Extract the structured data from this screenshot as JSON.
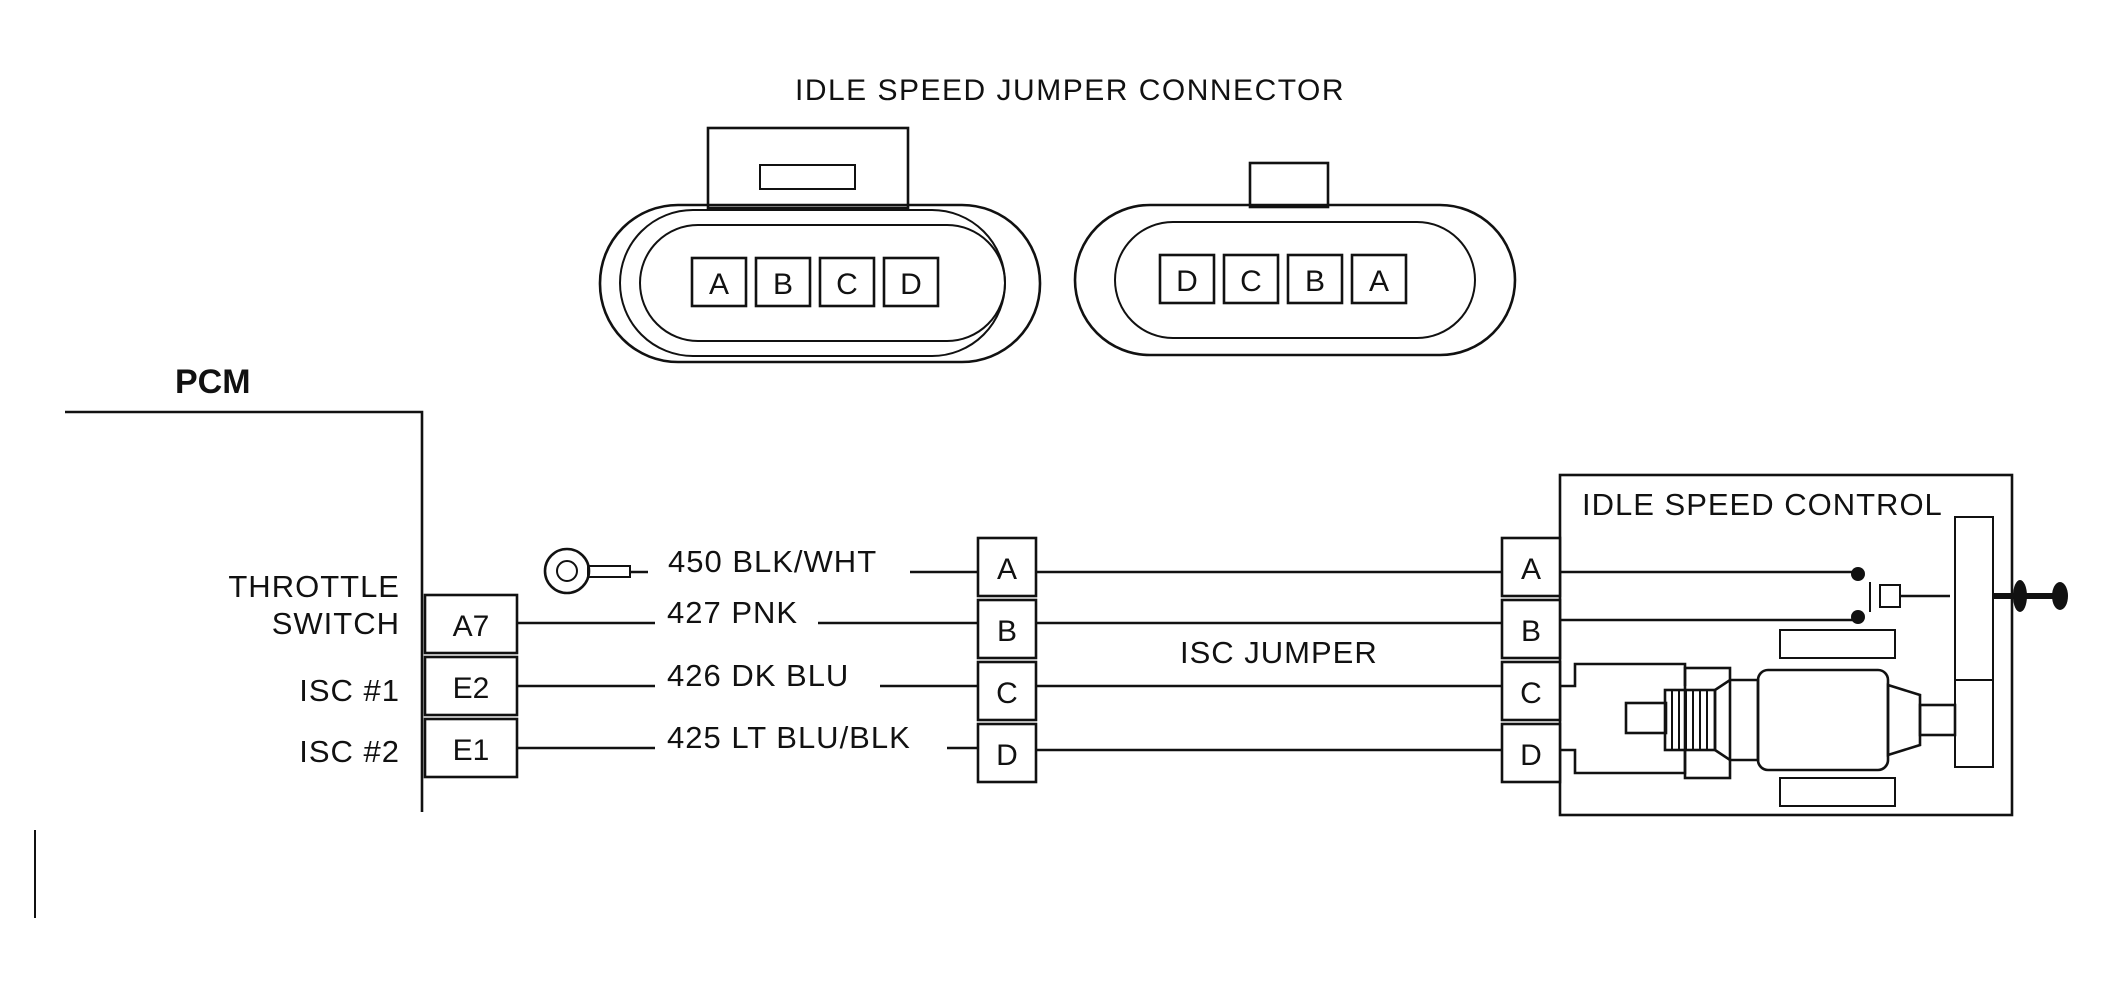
{
  "connector": {
    "title": "IDLE SPEED JUMPER CONNECTOR",
    "left_pins": [
      "A",
      "B",
      "C",
      "D"
    ],
    "right_pins": [
      "D",
      "C",
      "B",
      "A"
    ]
  },
  "pcm": {
    "label": "PCM",
    "throttle_line1": "THROTTLE",
    "throttle_line2": "SWITCH",
    "isc1": "ISC #1",
    "isc2": "ISC #2",
    "pins": [
      "A7",
      "E2",
      "E1"
    ]
  },
  "wires": [
    {
      "label": "450 BLK/WHT"
    },
    {
      "label": "427 PNK"
    },
    {
      "label": "426 DK BLU"
    },
    {
      "label": "425 LT BLU/BLK"
    }
  ],
  "jumper": {
    "label": "ISC JUMPER",
    "pins": [
      "A",
      "B",
      "C",
      "D"
    ]
  },
  "isc": {
    "label": "IDLE SPEED CONTROL",
    "pins": [
      "A",
      "B",
      "C",
      "D"
    ]
  }
}
